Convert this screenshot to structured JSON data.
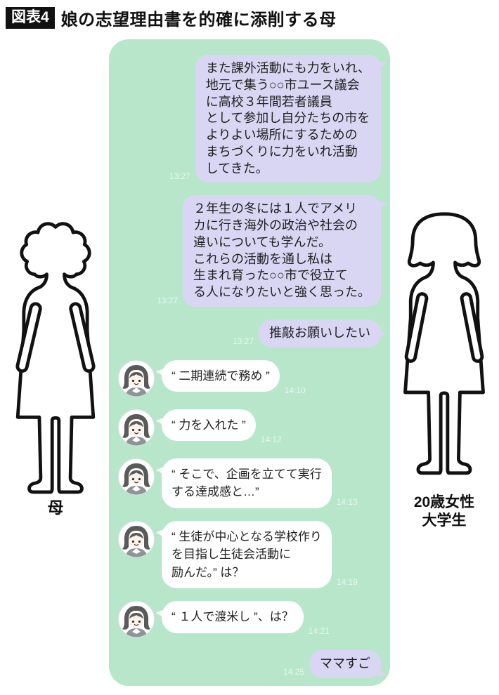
{
  "header": {
    "badge": "図表4",
    "title": "娘の志望理由書を的確に添削する母"
  },
  "participants": {
    "mother_label": "母",
    "daughter_label_line1": "20歳女性",
    "daughter_label_line2": "大学生"
  },
  "chat": {
    "messages": [
      {
        "side": "daughter",
        "text": "また課外活動にも力をいれ、\n地元で集う○○市ユース議会\nに高校３年間若者議員\nとして参加し自分たちの市を\nよりよい場所にするための\nまちづくりに力をいれ活動\nしてきた。",
        "time": "13:27"
      },
      {
        "side": "daughter",
        "text": "２年生の冬には１人でアメリ\nカに行き海外の政治や社会の\n違いについても学んだ。\nこれらの活動を通し私は\n生まれ育った○○市で役立て\nる人になりたいと強く思った。",
        "time": "13:27"
      },
      {
        "side": "daughter",
        "text": "推敲お願いしたい",
        "time": "13:27"
      },
      {
        "side": "mother",
        "text": "“ 二期連続で務め ”",
        "time": "14:10"
      },
      {
        "side": "mother",
        "text": "“ 力を入れた ”",
        "time": "14:12"
      },
      {
        "side": "mother",
        "text": "“ そこで、企画を立てて実行\nする達成感と…”",
        "time": "14:13"
      },
      {
        "side": "mother",
        "text": "“ 生徒が中心となる学校作り\nを目指し生徒会活動に\n励んだ。” は？",
        "time": "14:19"
      },
      {
        "side": "mother",
        "text": "“ １人で渡米し ”、は？",
        "time": "14:21"
      },
      {
        "side": "daughter",
        "text": "ママすご",
        "time": "14:25"
      }
    ]
  },
  "colors": {
    "chat_bg": "#b7e6cb",
    "bubble_daughter": "#d9d6f3",
    "bubble_mother": "#ffffff",
    "timestamp": "#e7f7ee",
    "text": "#1f1f1f"
  }
}
